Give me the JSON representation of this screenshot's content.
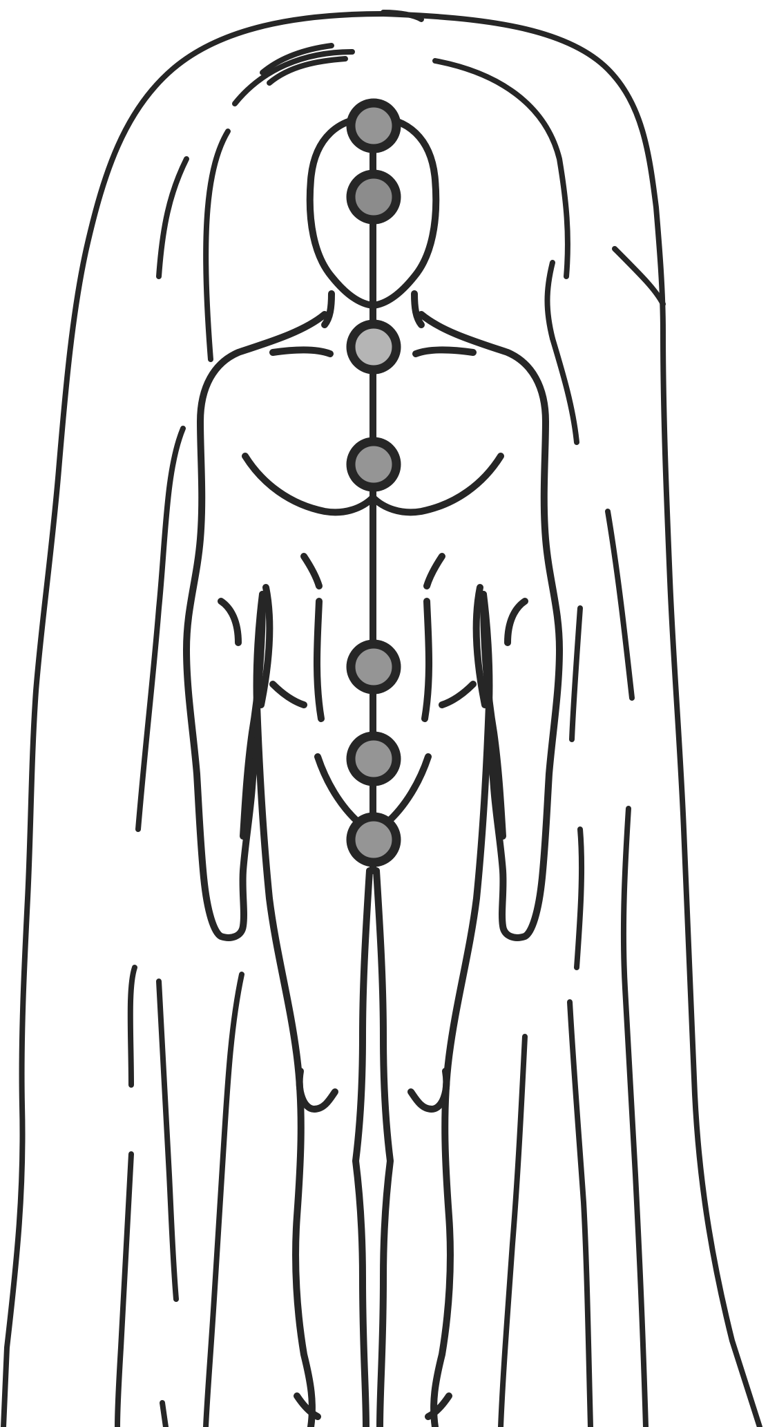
{
  "colors": {
    "background": "#ffffff",
    "ink": "#262626",
    "chakra_fill": "#959595",
    "chakra_fill_light": "#b5b5b5"
  },
  "figure": {
    "subject": "human-body-outline",
    "chakras": [
      {
        "name": "crown",
        "fill": "#959595"
      },
      {
        "name": "third-eye",
        "fill": "#8c8c8c"
      },
      {
        "name": "throat",
        "fill": "#b5b5b5"
      },
      {
        "name": "heart",
        "fill": "#959595"
      },
      {
        "name": "solar-plexus",
        "fill": "#959595"
      },
      {
        "name": "sacral",
        "fill": "#959595"
      },
      {
        "name": "root",
        "fill": "#959595"
      }
    ]
  }
}
